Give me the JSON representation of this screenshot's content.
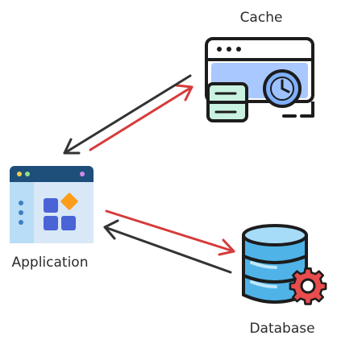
{
  "nodes": {
    "cache": {
      "label": "Cache",
      "icon": "cache-server-clock-icon"
    },
    "application": {
      "label": "Application",
      "icon": "application-window-icon"
    },
    "database": {
      "label": "Database",
      "icon": "database-gear-icon"
    }
  },
  "edges": [
    {
      "from": "application",
      "to": "cache",
      "color": "#d63b3b"
    },
    {
      "from": "cache",
      "to": "application",
      "color": "#333333"
    },
    {
      "from": "application",
      "to": "database",
      "color": "#d63b3b"
    },
    {
      "from": "database",
      "to": "application",
      "color": "#333333"
    }
  ],
  "colors": {
    "request": "#d63b3b",
    "response": "#333333",
    "app_header": "#1e4f7a",
    "cache_body": "#a9c8ff",
    "cache_panel": "#c9f2e0",
    "clock": "#7fb0ff",
    "db_body": "#4fb3e8",
    "gear": "#e84c4c"
  }
}
